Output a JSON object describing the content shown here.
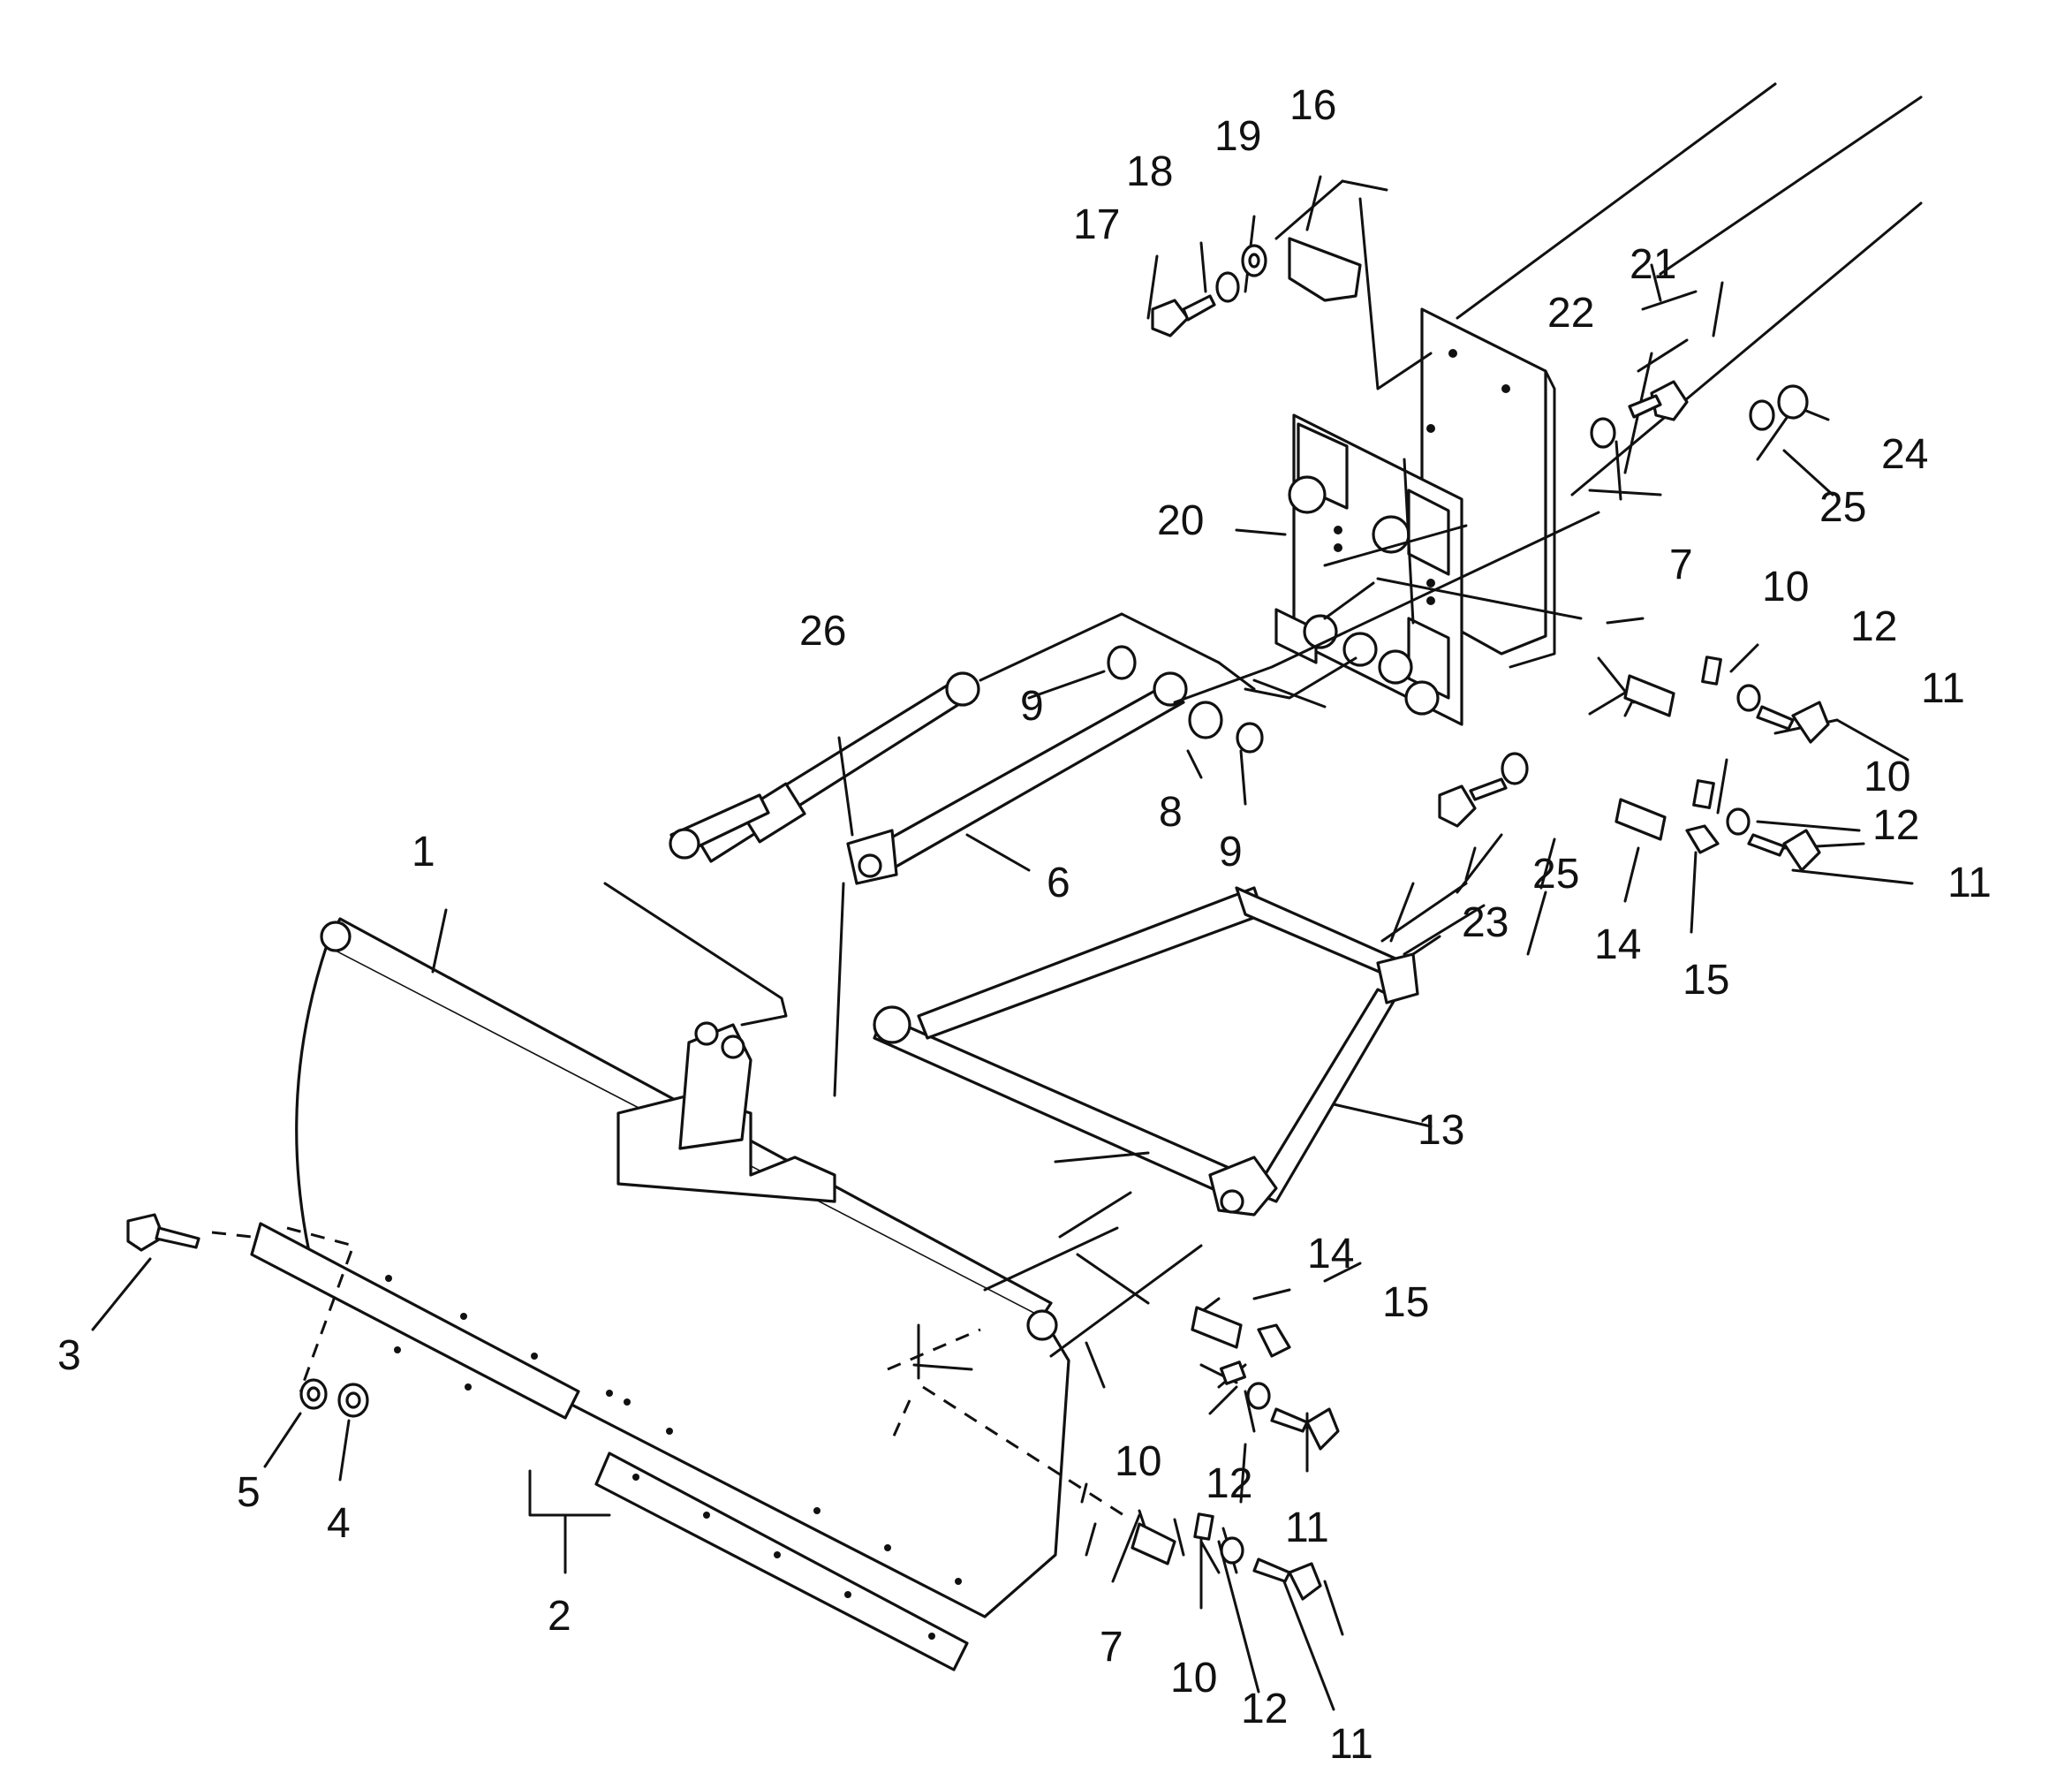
{
  "callouts": [
    "1",
    "2",
    "3",
    "4",
    "5",
    "6",
    "7",
    "7",
    "8",
    "9",
    "9",
    "10",
    "10",
    "10",
    "10",
    "11",
    "11",
    "11",
    "11",
    "12",
    "12",
    "12",
    "12",
    "13",
    "14",
    "14",
    "15",
    "15",
    "16",
    "17",
    "18",
    "19",
    "20",
    "21",
    "22",
    "23",
    "24",
    "25",
    "25",
    "26"
  ]
}
